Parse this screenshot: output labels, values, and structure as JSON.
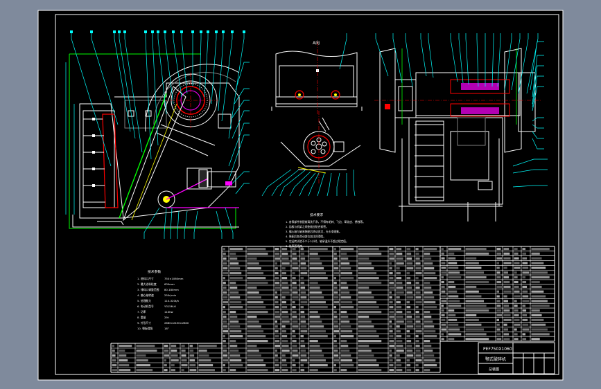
{
  "viewport": {
    "background_color": "#7f8a9c",
    "sheet_color": "#000000",
    "line_colors": {
      "white": "#ffffff",
      "cyan": "#00ffff",
      "green": "#00ff00",
      "red": "#ff0000",
      "yellow": "#ffff00",
      "magenta": "#ff00ff",
      "blue": "#0000ff",
      "gray": "#808080"
    }
  },
  "views": {
    "front_view": {
      "icon": "jaw-crusher-front-view"
    },
    "section_view": {
      "icon": "jaw-crusher-section-view",
      "label": "A向"
    },
    "side_view": {
      "icon": "jaw-crusher-side-view"
    }
  },
  "tech_requirements": {
    "title": "技术要求",
    "lines": [
      "1. 各零部件装配前清洗干净，不得有毛刺、飞边、氧化皮、锈蚀等。",
      "2. 齿板与机架之间垫板应贴合紧密。",
      "3. 偏心轴与轴承装配后转动灵活，无卡滞现象。",
      "4. 装配后各滑动部位加注润滑脂。",
      "5. 空运转试验不少于2小时，轴承温升不超过规定值。",
      "6. 外表面涂漆。"
    ]
  },
  "specs": {
    "title": "技术参数",
    "rows": [
      {
        "label": "1. 进料口尺寸",
        "value": "750×1060mm"
      },
      {
        "label": "2. 最大进料粒度",
        "value": "630mm"
      },
      {
        "label": "3. 排料口调整范围",
        "value": "80-180mm"
      },
      {
        "label": "4. 偏心轴转速",
        "value": "250r/min"
      },
      {
        "label": "5. 处理能力",
        "value": "110-320t/h"
      },
      {
        "label": "6. 电动机型号",
        "value": "Y315M-6"
      },
      {
        "label": "7. 功率",
        "value": "110kw"
      },
      {
        "label": "8. 重量",
        "value": "29t"
      },
      {
        "label": "9. 外形尺寸",
        "value": "2660×2430×2800"
      },
      {
        "label": "10. 颚板摆角",
        "value": "18°"
      }
    ]
  },
  "title_block": {
    "model": "PEF750X1060",
    "name": "颚式破碎机",
    "sheet_label": "总装图"
  }
}
